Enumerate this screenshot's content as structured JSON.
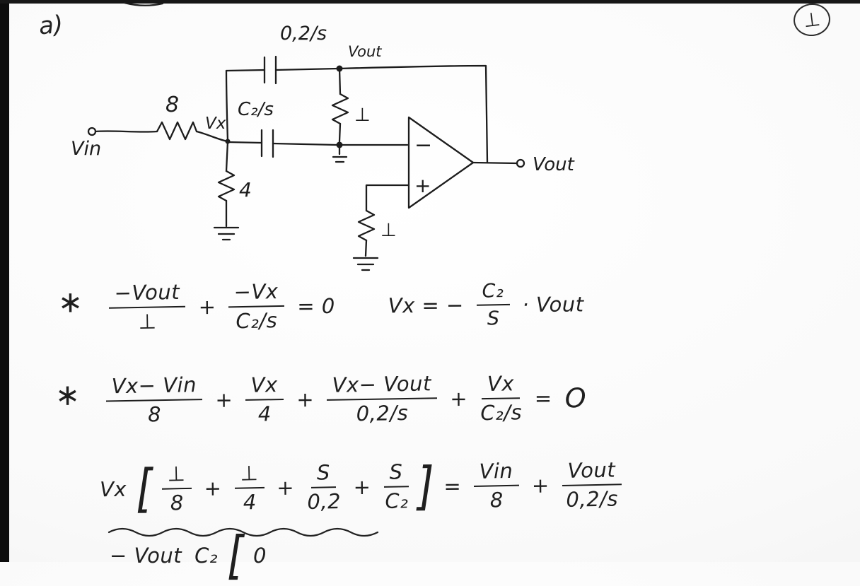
{
  "page": {
    "corner_label": "a)",
    "page_number": "⊥"
  },
  "circuit": {
    "vin_label": "Vin",
    "vx_label": "Vx",
    "vout_node_label": "Vout",
    "vout_output_label": "Vout",
    "r_input": "8",
    "r_vx_ground": "4",
    "r_vout_ground": "⊥",
    "r_plus_ground": "⊥",
    "c_feedback": "0,2/s",
    "c_series": "C₂/s",
    "opamp_inverting": "−",
    "opamp_noninverting": "+"
  },
  "equations": {
    "eq1": {
      "bullet": "∗",
      "tokens": [
        {
          "frac": [
            "−Vout",
            "⊥"
          ]
        },
        {
          "text": "+"
        },
        {
          "frac": [
            "−Vx",
            "C₂/s"
          ]
        },
        {
          "text": "= 0"
        },
        {
          "text": "Vx = −",
          "cls": "gap"
        },
        {
          "frac": [
            "C₂",
            "S"
          ],
          "cls": "small"
        },
        {
          "text": "· Vout"
        }
      ]
    },
    "eq2": {
      "bullet": "∗",
      "tokens": [
        {
          "frac": [
            "Vx− Vin",
            "8"
          ]
        },
        {
          "text": "+"
        },
        {
          "frac": [
            "Vx",
            "4"
          ]
        },
        {
          "text": "+"
        },
        {
          "frac": [
            "Vx− Vout",
            "0,2/s"
          ]
        },
        {
          "text": "+"
        },
        {
          "frac": [
            "Vx",
            "C₂/s"
          ]
        },
        {
          "text": "="
        },
        {
          "text": "O",
          "cls": "bigO"
        }
      ]
    },
    "eq3": {
      "tokens": [
        {
          "text": "Vx"
        },
        {
          "text": "[",
          "cls": "bracket"
        },
        {
          "frac": [
            "⊥",
            "8"
          ]
        },
        {
          "text": "+"
        },
        {
          "frac": [
            "⊥",
            "4"
          ]
        },
        {
          "text": "+"
        },
        {
          "frac": [
            "S",
            "0,2"
          ]
        },
        {
          "text": "+"
        },
        {
          "frac": [
            "S",
            "C₂"
          ]
        },
        {
          "text": "]",
          "cls": "bracket"
        },
        {
          "text": "="
        },
        {
          "frac": [
            "Vin",
            "8"
          ]
        },
        {
          "text": "+"
        },
        {
          "frac": [
            "Vout",
            "0,2/s"
          ]
        }
      ]
    },
    "eq4": {
      "tokens": [
        {
          "text": "− Vout"
        },
        {
          "text": "C₂"
        },
        {
          "text": "[",
          "cls": "bracket"
        },
        {
          "text": "0"
        }
      ]
    }
  }
}
